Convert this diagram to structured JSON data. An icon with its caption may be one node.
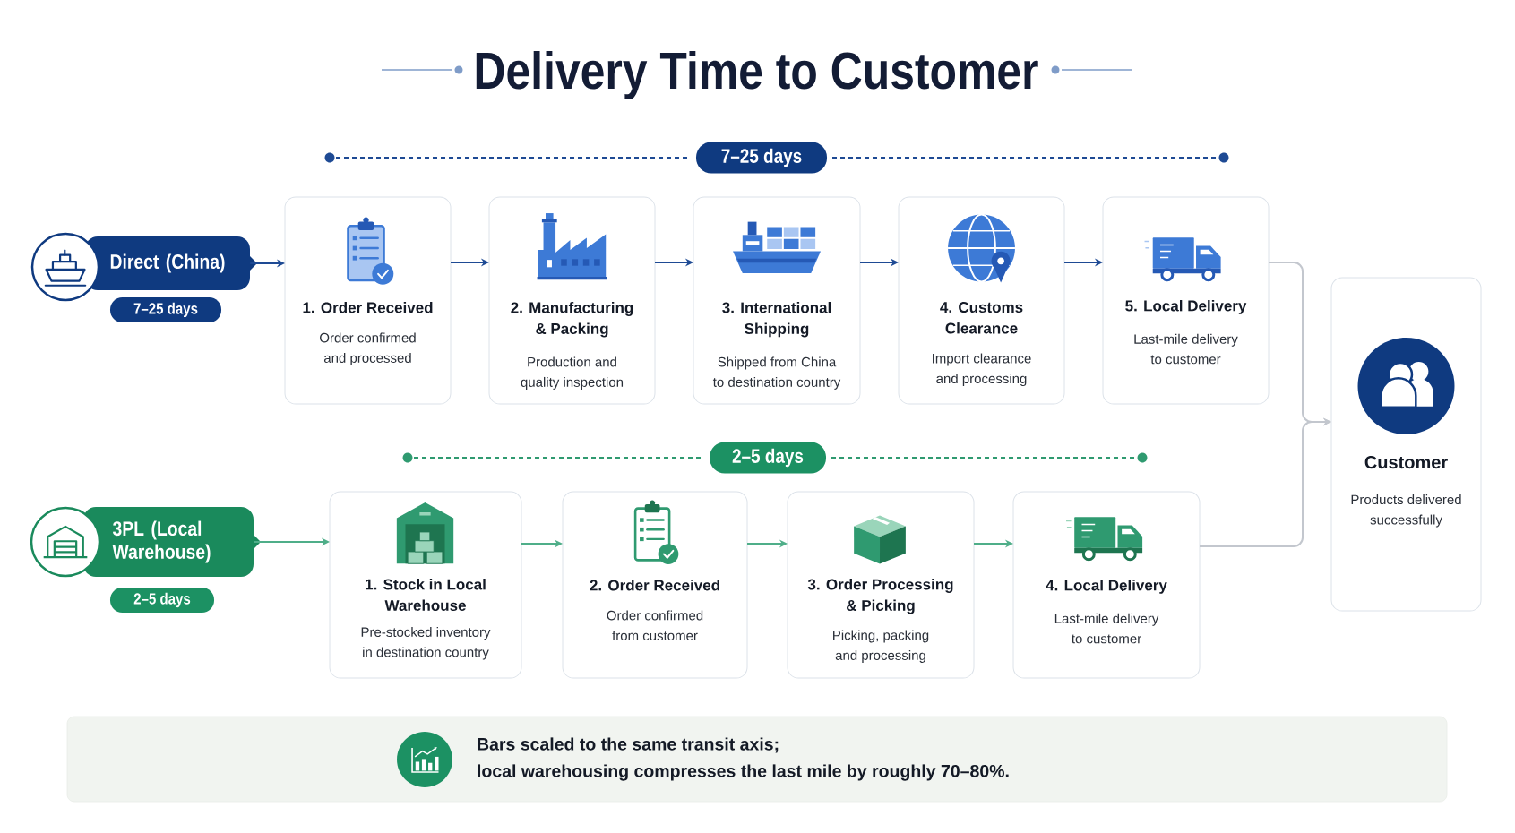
{
  "diagram": {
    "title": "Delivery Time to Customer",
    "nodes": [
      {
        "text": [
          "7–25 days"
        ]
      },
      {
        "text": [
          "Direct (China)"
        ]
      },
      {
        "text": [
          "7–25 days"
        ]
      },
      {
        "text": [
          "1. Order Received",
          "Order confirmed and processed"
        ]
      },
      {
        "text": [
          "2. Manufacturing & Packing",
          "Production and quality inspection"
        ]
      },
      {
        "text": [
          "3. International Shipping",
          "Shipped from China to destination country"
        ]
      },
      {
        "text": [
          "4. Customs Clearance",
          "Import clearance and processing"
        ]
      },
      {
        "text": [
          "5. Local Delivery",
          "Last-mile delivery to customer"
        ]
      },
      {
        "text": [
          "2–5 days"
        ]
      },
      {
        "text": [
          "3PL (Local Warehouse)"
        ]
      },
      {
        "text": [
          "2–5 days"
        ]
      },
      {
        "text": [
          "1. Stock in Local Warehouse",
          "Pre-stocked inventory in destination country"
        ]
      },
      {
        "text": [
          "2. Order Received",
          "Order confirmed from customer"
        ]
      },
      {
        "text": [
          "3. Order Processing & Picking",
          "Picking, packing and processing"
        ]
      },
      {
        "text": [
          "4. Local Delivery",
          "Last-mile delivery to customer"
        ]
      },
      {
        "text": [
          "Customer",
          "Products delivered successfully"
        ]
      },
      {
        "text": [
          "Bars scaled to the same transit axis;",
          "local warehousing compresses the last mile by roughly 70–80%."
        ]
      }
    ],
    "edges": [
      {
        "from": 1,
        "to": 3,
        "arrow": "to"
      },
      {
        "from": 3,
        "to": 4,
        "arrow": "to"
      },
      {
        "from": 4,
        "to": 5,
        "arrow": "to"
      },
      {
        "from": 5,
        "to": 6,
        "arrow": "to"
      },
      {
        "from": 6,
        "to": 7,
        "arrow": "to"
      },
      {
        "from": 7,
        "to": 15,
        "arrow": "to",
        "color": "#c3c7ce"
      },
      {
        "from": 9,
        "to": 11,
        "arrow": "to",
        "color": "#4fae89"
      },
      {
        "from": 11,
        "to": 12,
        "arrow": "to",
        "color": "#4fae89"
      },
      {
        "from": 12,
        "to": 13,
        "arrow": "to",
        "color": "#4fae89"
      },
      {
        "from": 13,
        "to": 14,
        "arrow": "to",
        "color": "#4fae89"
      },
      {
        "from": 14,
        "to": 15,
        "arrow": "to",
        "color": "#c3c7ce"
      }
    ]
  }
}
